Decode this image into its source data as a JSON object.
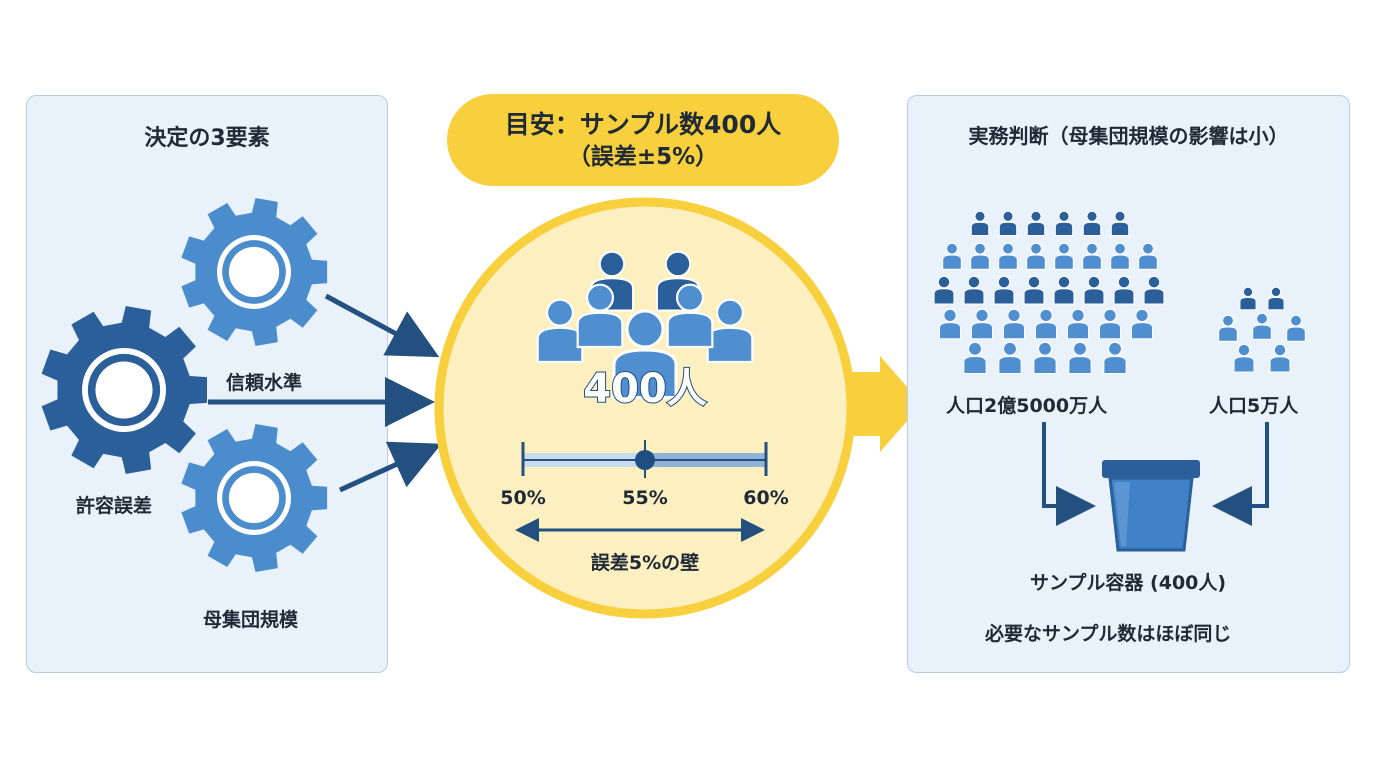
{
  "colors": {
    "gear_dark": "#2a5f9a",
    "gear_light": "#4a8ccc",
    "people_dark": "#2a5f9a",
    "people_light": "#4f8fcf",
    "accent_yellow": "#f8cf3c",
    "circle_fill": "#fcefc0",
    "panel_bg": "#e9f1fa",
    "arrow_navy": "#23507f",
    "text": "#1f2a36"
  },
  "left_panel": {
    "title": "決定の3要素",
    "gears": [
      {
        "label": "信頼水準",
        "icon": "gear-icon"
      },
      {
        "label": "許容誤差",
        "icon": "gear-icon"
      },
      {
        "label": "母集団規模",
        "icon": "gear-icon"
      }
    ]
  },
  "banner": {
    "line1": "目安：サンプル数400人",
    "line2": "（誤差±5%）"
  },
  "center": {
    "count_label": "400人",
    "scale": {
      "min_label": "50%",
      "mid_label": "55%",
      "max_label": "60%"
    },
    "range_label": "誤差5%の壁"
  },
  "right_panel": {
    "title": "実務判断（母集団規模の影響は小）",
    "large_population_label": "人口2億5000万人",
    "small_population_label": "人口5万人",
    "container_label": "サンプル容器 (400人)",
    "conclusion": "必要なサンプル数はほぼ同じ"
  }
}
